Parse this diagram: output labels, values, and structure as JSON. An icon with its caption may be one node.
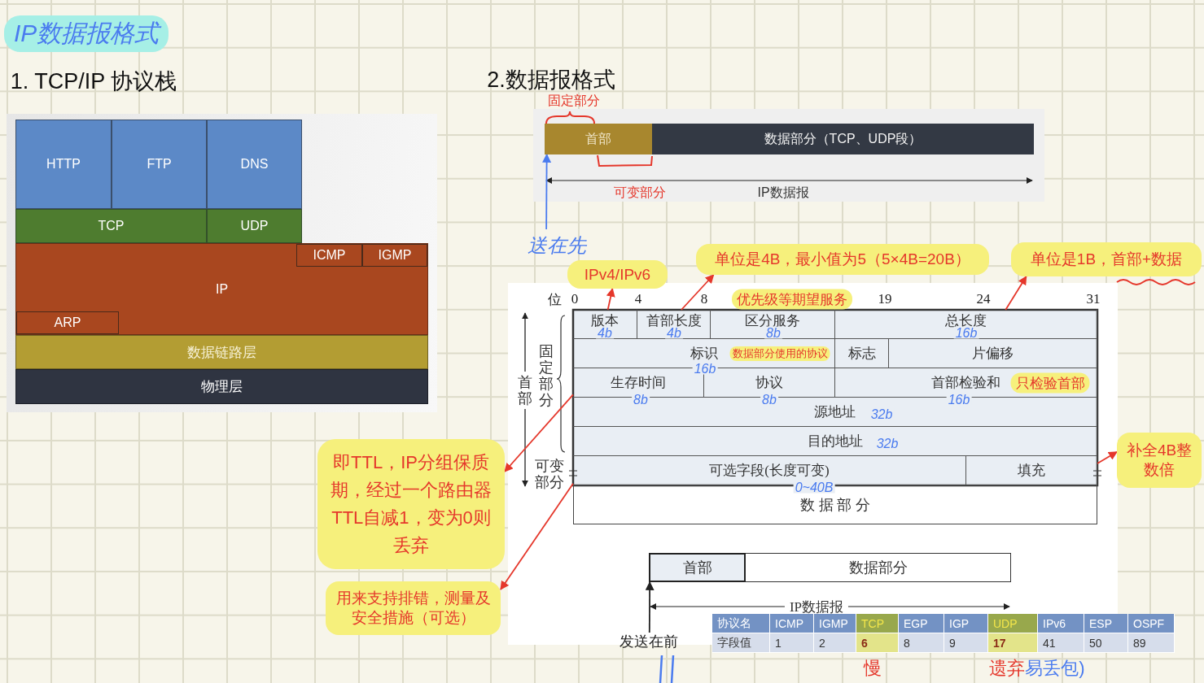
{
  "diagram": {
    "title": "IP数据报格式",
    "nodes": [
      {
        "text": [
          "HTTP"
        ]
      },
      {
        "text": [
          "FTP"
        ]
      },
      {
        "text": [
          "DNS"
        ]
      },
      {
        "text": [
          "TCP"
        ]
      },
      {
        "text": [
          "UDP"
        ]
      },
      {
        "text": [
          "IP"
        ]
      },
      {
        "text": [
          "ICMP"
        ],
        "in": 5
      },
      {
        "text": [
          "IGMP"
        ],
        "in": 5
      },
      {
        "text": [
          "ARP"
        ],
        "in": 5
      },
      {
        "text": [
          "数据链路层"
        ]
      },
      {
        "text": [
          "物理层"
        ]
      },
      {
        "text": [
          "首部"
        ]
      },
      {
        "text": [
          "数据部分（TCP、UDP段）"
        ]
      },
      {
        "text": [
          "送在先"
        ]
      },
      {
        "text": [
          "IPv4/IPv6"
        ]
      },
      {
        "text": [
          "单位是4B，最小值为5（5×4B=20B）"
        ]
      },
      {
        "text": [
          "单位是1B，首部+数据"
        ]
      },
      {
        "text": [
          "版本"
        ]
      },
      {
        "text": [
          "首部长度"
        ]
      },
      {
        "text": [
          "区分服务"
        ]
      },
      {
        "text": [
          "总长度"
        ]
      },
      {
        "text": [
          "标识"
        ]
      },
      {
        "text": [
          "标志"
        ]
      },
      {
        "text": [
          "片偏移"
        ]
      },
      {
        "text": [
          "生存时间"
        ]
      },
      {
        "text": [
          "协议"
        ]
      },
      {
        "text": [
          "首部检验和"
        ]
      },
      {
        "text": [
          "源地址"
        ]
      },
      {
        "text": [
          "目的地址"
        ]
      },
      {
        "text": [
          "可选字段(长度可变)"
        ]
      },
      {
        "text": [
          "填充"
        ]
      },
      {
        "text": [
          "数 据 部 分"
        ]
      },
      {
        "text": [
          "即TTL，IP分组保质期，经过一个路由器TTL自减1，变为0则丢弃"
        ]
      },
      {
        "text": [
          "补全4B整数倍"
        ]
      },
      {
        "text": [
          "用来支持排错，测量及安全措施（可选）"
        ]
      },
      {
        "text": [
          "首部"
        ]
      },
      {
        "text": [
          "数据部分"
        ]
      },
      {
        "text": [
          "发送在前"
        ]
      }
    ],
    "edges": [
      {
        "from": 13,
        "to": 11,
        "arrow": "to",
        "color": "#4a7bef"
      },
      {
        "from": 17,
        "to": 14,
        "arrow": "to"
      },
      {
        "from": 18,
        "to": 15,
        "arrow": "to"
      },
      {
        "from": 20,
        "to": 16,
        "arrow": "to"
      },
      {
        "from": 24,
        "to": 32,
        "arrow": "to"
      },
      {
        "from": 30,
        "to": 33,
        "arrow": "to"
      },
      {
        "from": 29,
        "to": 34,
        "arrow": "to"
      },
      {
        "from": 37,
        "to": 35,
        "arrow": "to",
        "color": "#222222"
      }
    ],
    "labels": [
      "1. TCP/IP 协议栈",
      "2.数据报格式",
      "固定部分",
      "可变部分",
      "IP数据报",
      "位",
      "0",
      "4",
      "8",
      "19",
      "24",
      "31",
      "优先级等期望服务",
      "首部",
      "固定部分",
      "可变部分",
      "4b",
      "4b",
      "8b",
      "16b",
      "16b",
      "数据部分使用的协议",
      "只检验首部",
      "8b",
      "8b",
      "16b",
      "32b",
      "32b",
      "0~40B",
      "IP数据报",
      "协议名",
      "ICMP",
      "IGMP",
      "TCP",
      "EGP",
      "IGP",
      "UDP",
      "IPv6",
      "ESP",
      "OSPF",
      "字段值",
      "1",
      "2",
      "6",
      "8",
      "9",
      "17",
      "41",
      "50",
      "89",
      "慢",
      "遗弃",
      "易丢包)"
    ]
  }
}
